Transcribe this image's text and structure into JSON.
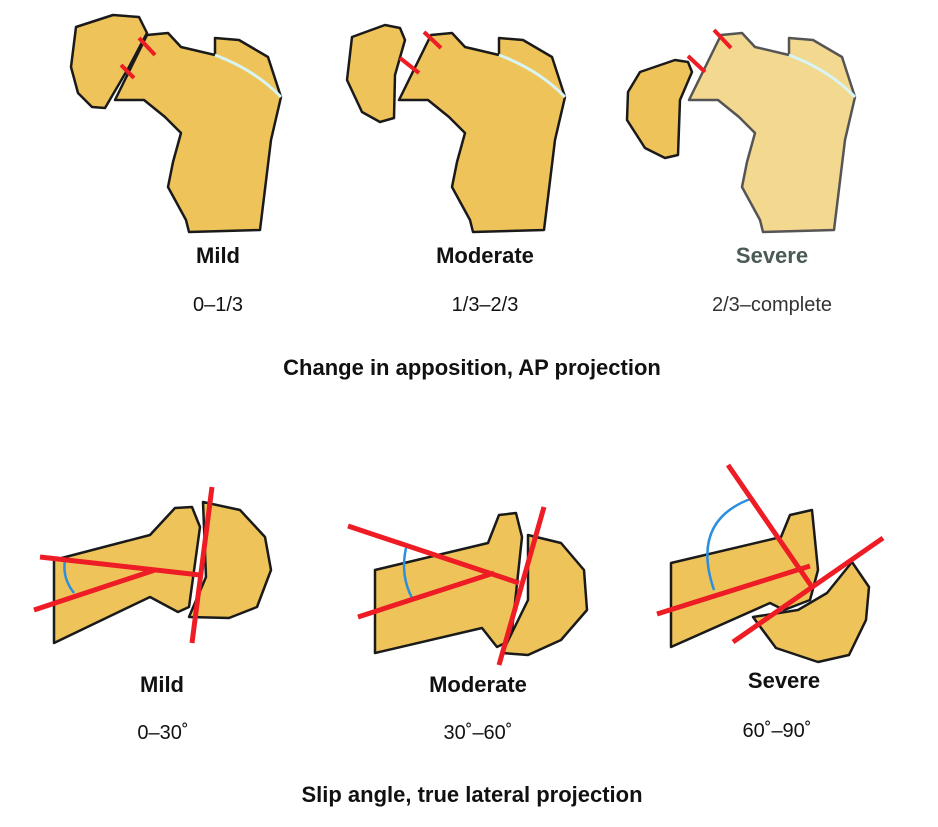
{
  "top_panel": {
    "caption": "Change in apposition, AP projection",
    "grades": [
      {
        "name": "Mild",
        "range": "0–1/3"
      },
      {
        "name": "Moderate",
        "range": "1/3–2/3"
      },
      {
        "name": "Severe",
        "range": "2/3–complete"
      }
    ]
  },
  "bottom_panel": {
    "caption": "Slip angle, true lateral projection",
    "grades": [
      {
        "name": "Mild",
        "range": "0–30˚"
      },
      {
        "name": "Moderate",
        "range": "30˚–60˚"
      },
      {
        "name": "Severe",
        "range": "60˚–90˚"
      }
    ]
  },
  "colors": {
    "bone": "#eec45a",
    "marker": "#ee1c24",
    "angle_arc": "#2a8fe0"
  }
}
